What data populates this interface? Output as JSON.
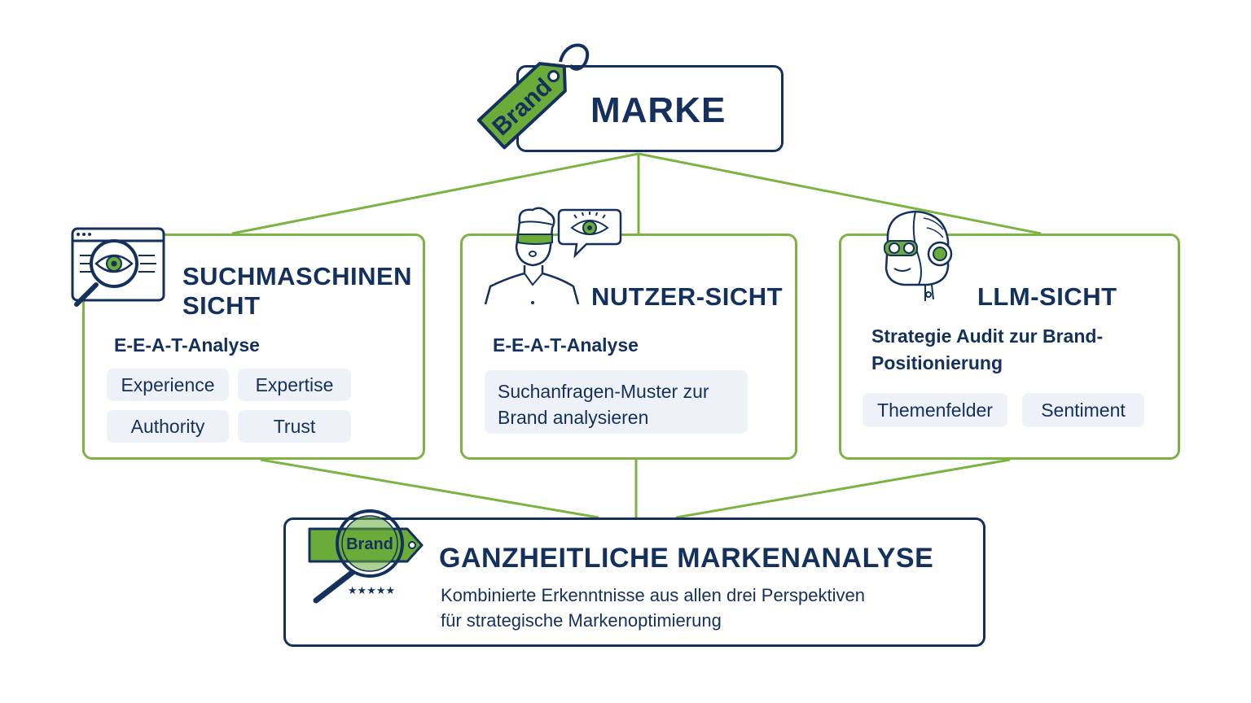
{
  "top": {
    "tag_label": "Brand",
    "title": "MARKE",
    "icon": "brand-tag-icon"
  },
  "cards": [
    {
      "title_line1": "SUCHMASCHINEN",
      "title_line2": "SICHT",
      "subtitle": "E-E-A-T-Analyse",
      "chips": [
        "Experience",
        "Expertise",
        "Authority",
        "Trust"
      ],
      "icon": "browser-magnifier-eye-icon"
    },
    {
      "title": "NUTZER-SICHT",
      "subtitle": "E-E-A-T-Analyse",
      "detail": "Suchanfragen-Muster zur Brand analysieren",
      "icon": "user-eye-bubble-icon"
    },
    {
      "title": "LLM-SICHT",
      "subtitle": "Strategie Audit zur Brand-Positionierung",
      "chips": [
        "Themenfelder",
        "Sentiment"
      ],
      "icon": "robot-head-icon"
    }
  ],
  "bottom": {
    "tag_label": "Brand",
    "title": "GANZHEITLICHE MARKENANALYSE",
    "description_line1": "Kombinierte Erkenntnisse aus allen drei Perspektiven",
    "description_line2": "für strategische Markenoptimierung",
    "icon": "brand-magnifier-stars-icon"
  },
  "colors": {
    "navy": "#14305c",
    "green": "#7cb342",
    "green_fill": "#6aab3a",
    "chip_bg": "#eef1f7"
  }
}
